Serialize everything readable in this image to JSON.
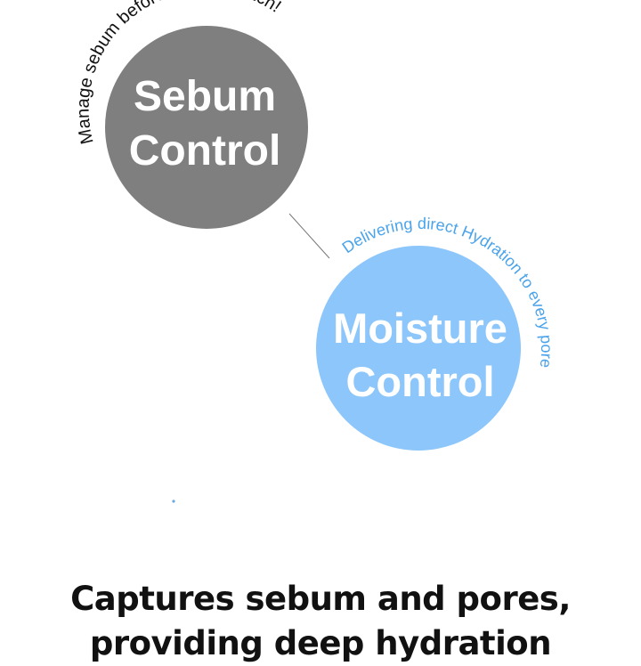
{
  "sebum": {
    "title_line1": "Sebum",
    "title_line2": "Control",
    "arc_text": "Manage sebum before Pores stretch!",
    "color": "#7f7f7f"
  },
  "moisture": {
    "title_line1": "Moisture",
    "title_line2": "Control",
    "arc_text": "Delivering direct Hydration to every pore",
    "color": "#8cc6fb",
    "arc_color": "#4aa3ea"
  },
  "caption": {
    "line1": "Captures sebum and pores,",
    "line2": "providing deep hydration"
  }
}
